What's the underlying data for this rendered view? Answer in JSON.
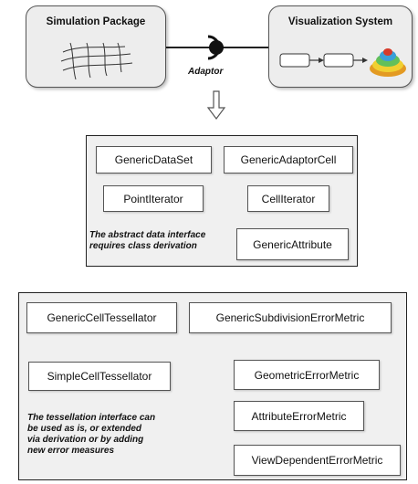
{
  "top": {
    "simulation_title": "Simulation Package",
    "visualization_title": "Visualization System",
    "adaptor_label": "Adaptor"
  },
  "data_interface": {
    "classes": {
      "generic_data_set": "GenericDataSet",
      "generic_adaptor_cell": "GenericAdaptorCell",
      "point_iterator": "PointIterator",
      "cell_iterator": "CellIterator",
      "generic_attribute": "GenericAttribute"
    },
    "note_line1": "The abstract data interface",
    "note_line2": "requires class derivation"
  },
  "tessellation": {
    "classes": {
      "generic_cell_tessellator": "GenericCellTessellator",
      "simple_cell_tessellator": "SimpleCellTessellator",
      "generic_subdivision_error_metric": "GenericSubdivisionErrorMetric",
      "geometric_error_metric": "GeometricErrorMetric",
      "attribute_error_metric": "AttributeErrorMetric",
      "view_dependent_error_metric": "ViewDependentErrorMetric"
    },
    "note_line1": "The tessellation interface can",
    "note_line2": "be used as is, or extended",
    "note_line3": "via derivation or by adding",
    "note_line4": "new error measures"
  },
  "colors": {
    "box_fill": "#ededed",
    "panel_fill": "#f0f0f0",
    "class_fill": "#ffffff",
    "line": "#333333"
  }
}
